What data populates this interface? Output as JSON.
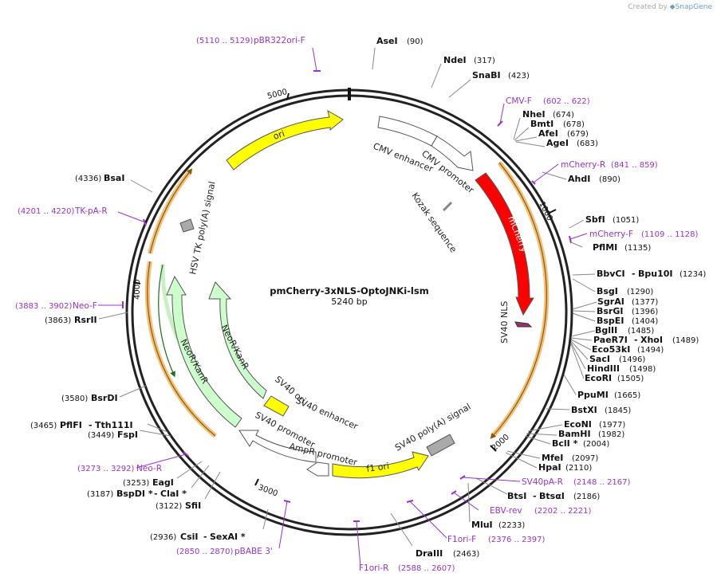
{
  "credit": {
    "prefix": "Created by",
    "brand": "SnapGene"
  },
  "plasmid": {
    "name": "pmCherry-3xNLS-OptoJNKi-lsm",
    "length_text": "5240 bp"
  },
  "ticks": [
    {
      "label": "1000"
    },
    {
      "label": "2000"
    },
    {
      "label": "3000"
    },
    {
      "label": "4000"
    },
    {
      "label": "5000"
    }
  ],
  "enzymes": [
    {
      "name": "AseI",
      "pos": "(90)"
    },
    {
      "name": "NdeI",
      "pos": "(317)"
    },
    {
      "name": "SnaBI",
      "pos": "(423)"
    },
    {
      "name": "NheI",
      "pos": "(674)"
    },
    {
      "name": "BmtI",
      "pos": "(678)"
    },
    {
      "name": "AfeI",
      "pos": "(679)"
    },
    {
      "name": "AgeI",
      "pos": "(683)"
    },
    {
      "name": "AhdI",
      "pos": "(890)"
    },
    {
      "name": "SbfI",
      "pos": "(1051)"
    },
    {
      "name": "PflMI",
      "pos": "(1135)"
    },
    {
      "name": "BbvCI",
      "name2": "Bpu10I",
      "pos": "(1234)"
    },
    {
      "name": "BsgI",
      "pos": "(1290)"
    },
    {
      "name": "SgrAI",
      "pos": "(1377)"
    },
    {
      "name": "BsrGI",
      "pos": "(1396)"
    },
    {
      "name": "BspEI",
      "pos": "(1404)"
    },
    {
      "name": "BglII",
      "pos": "(1485)"
    },
    {
      "name": "PaeR7I",
      "name2": "XhoI",
      "pos": "(1489)"
    },
    {
      "name": "Eco53kI",
      "pos": "(1494)"
    },
    {
      "name": "SacI",
      "pos": "(1496)"
    },
    {
      "name": "HindIII",
      "pos": "(1498)"
    },
    {
      "name": "EcoRI",
      "pos": "(1505)"
    },
    {
      "name": "PpuMI",
      "pos": "(1665)"
    },
    {
      "name": "BstXI",
      "pos": "(1845)"
    },
    {
      "name": "EcoNI",
      "pos": "(1977)"
    },
    {
      "name": "BamHI",
      "pos": "(1982)"
    },
    {
      "name": "BclI *",
      "pos": "(2004)"
    },
    {
      "name": "MfeI",
      "pos": "(2097)"
    },
    {
      "name": "HpaI",
      "pos": "(2110)"
    },
    {
      "name": "BtsI",
      "name2": "BtsαI",
      "pos": "(2186)"
    },
    {
      "name": "MluI",
      "pos": "(2233)"
    },
    {
      "name": "DraIII",
      "pos": "(2463)"
    },
    {
      "name": "CsiI",
      "name2": "SexAI *",
      "pos": "(2936)"
    },
    {
      "name": "SfiI",
      "pos": "(3122)"
    },
    {
      "name": "BspDI *",
      "name2": "ClaI *",
      "pos": "(3187)"
    },
    {
      "name": "EagI",
      "pos": "(3253)"
    },
    {
      "name": "FspI",
      "pos": "(3449)"
    },
    {
      "name": "PflFI",
      "name2": "Tth111I",
      "pos": "(3465)"
    },
    {
      "name": "BsrDI",
      "pos": "(3580)"
    },
    {
      "name": "RsrII",
      "pos": "(3863)"
    },
    {
      "name": "BsaI",
      "pos": "(4336)"
    }
  ],
  "primers": [
    {
      "name": "pBR322ori-F",
      "pos": "(5110 .. 5129)"
    },
    {
      "name": "CMV-F",
      "pos": "(602 .. 622)"
    },
    {
      "name": "mCherry-R",
      "pos": "(841 .. 859)"
    },
    {
      "name": "mCherry-F",
      "pos": "(1109 .. 1128)"
    },
    {
      "name": "SV40pA-R",
      "pos": "(2148 .. 2167)"
    },
    {
      "name": "EBV-rev",
      "pos": "(2202 .. 2221)"
    },
    {
      "name": "F1ori-F",
      "pos": "(2376 .. 2397)"
    },
    {
      "name": "F1ori-R",
      "pos": "(2588 .. 2607)"
    },
    {
      "name": "pBABE 3'",
      "pos": "(2850 .. 2870)"
    },
    {
      "name": "Neo-R",
      "pos": "(3273 .. 3292)"
    },
    {
      "name": "Neo-F",
      "pos": "(3883 .. 3902)"
    },
    {
      "name": "TK-pA-R",
      "pos": "(4201 .. 4220)"
    }
  ],
  "features": [
    {
      "label": "ori",
      "color": "#ffff00"
    },
    {
      "label": "CMV enhancer",
      "color": "#ffffff"
    },
    {
      "label": "CMV promoter",
      "color": "#ffffff"
    },
    {
      "label": "Kozak sequence",
      "color": "#bbbbbb"
    },
    {
      "label": "mCherry",
      "color": "#ff0000"
    },
    {
      "label": "SV40 NLS",
      "color": "#993366"
    },
    {
      "label": "SV40 poly(A) signal",
      "color": "#aaaaaa"
    },
    {
      "label": "f1 ori",
      "color": "#ffff00"
    },
    {
      "label": "AmpR promoter",
      "color": "#ffffff"
    },
    {
      "label": "SV40 promoter",
      "color": "#ffffff"
    },
    {
      "label": "SV40 enhancer",
      "color": "#ffffff"
    },
    {
      "label": "SV40 ori",
      "color": "#ffff00"
    },
    {
      "label": "NeoR/KanR",
      "color": "#ccffcc"
    },
    {
      "label": "NeoR/KanR",
      "color": "#ccffcc"
    },
    {
      "label": "HSV TK poly(A) signal",
      "color": "#aaaaaa"
    }
  ]
}
